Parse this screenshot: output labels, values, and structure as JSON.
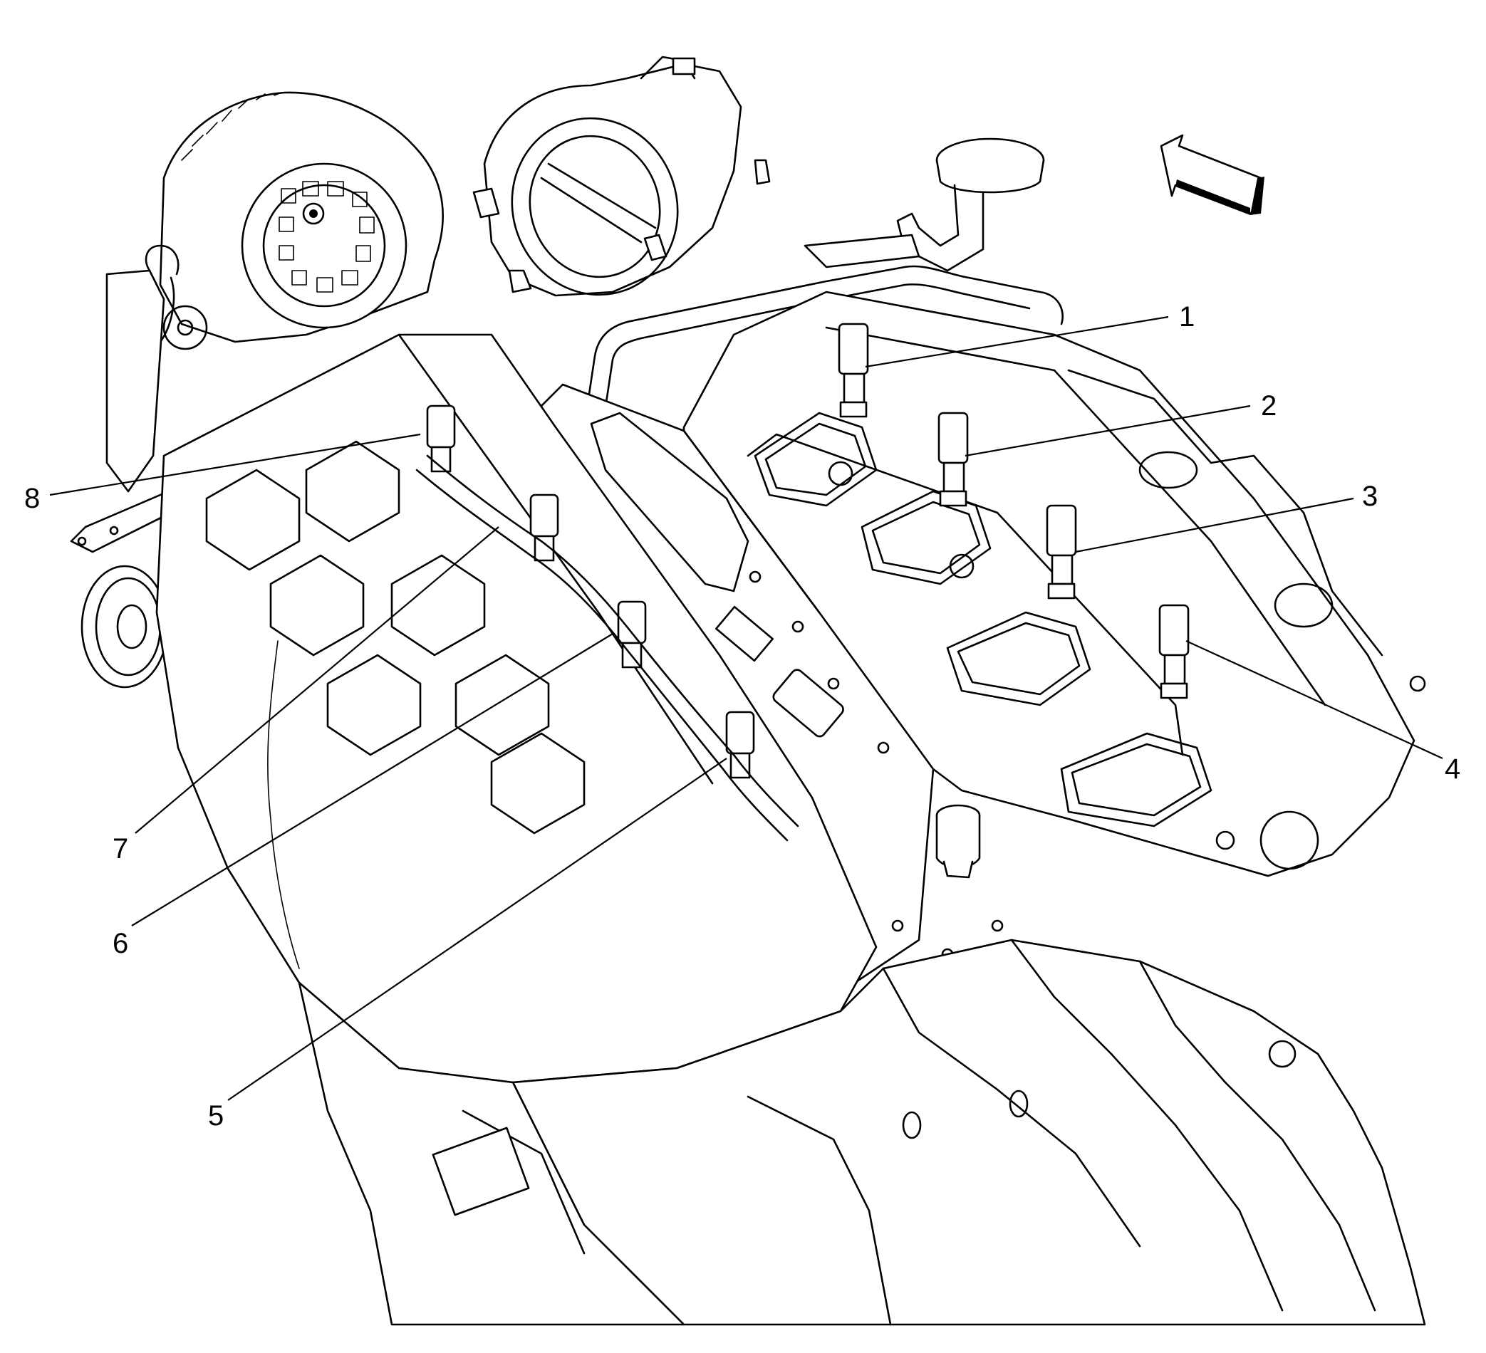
{
  "diagram": {
    "callouts": [
      {
        "id": "1",
        "label": "1"
      },
      {
        "id": "2",
        "label": "2"
      },
      {
        "id": "3",
        "label": "3"
      },
      {
        "id": "4",
        "label": "4"
      },
      {
        "id": "5",
        "label": "5"
      },
      {
        "id": "6",
        "label": "6"
      },
      {
        "id": "7",
        "label": "7"
      },
      {
        "id": "8",
        "label": "8"
      }
    ],
    "direction_arrow_icon": "forward-arrow-icon",
    "colors": {
      "line": "#000000",
      "background": "#ffffff"
    }
  }
}
